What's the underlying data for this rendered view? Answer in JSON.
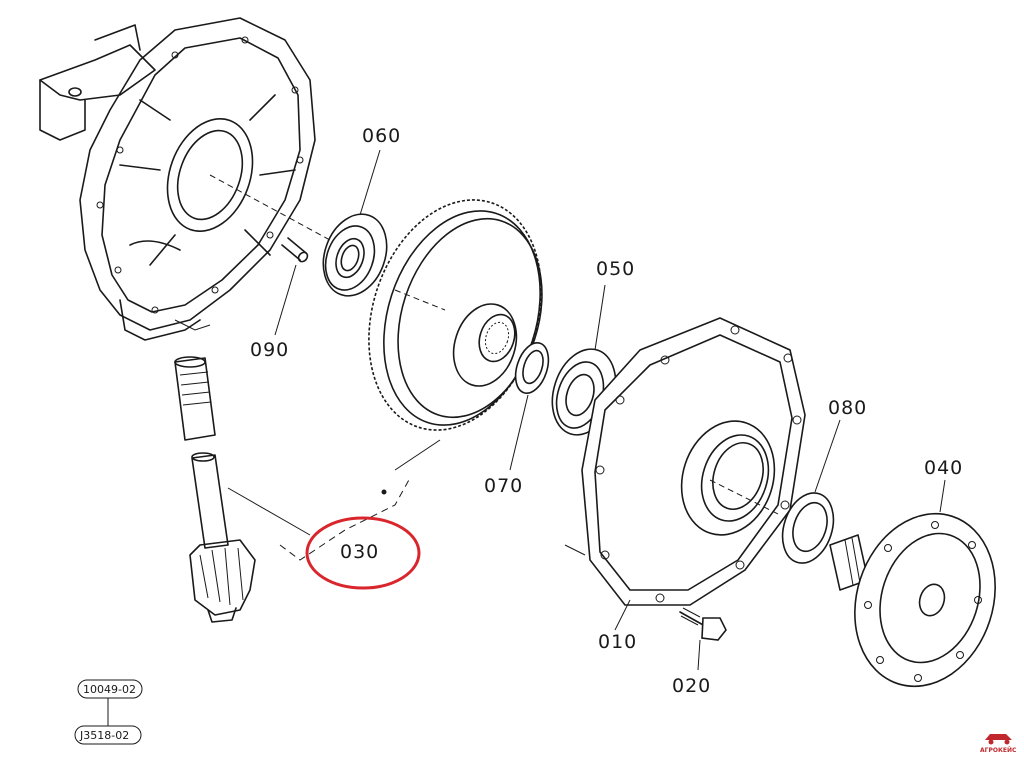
{
  "parts": [
    {
      "id": "p010",
      "label": "010"
    },
    {
      "id": "p020",
      "label": "020"
    },
    {
      "id": "p030",
      "label": "030"
    },
    {
      "id": "p040",
      "label": "040"
    },
    {
      "id": "p050",
      "label": "050"
    },
    {
      "id": "p060",
      "label": "060"
    },
    {
      "id": "p070",
      "label": "070"
    },
    {
      "id": "p080",
      "label": "080"
    },
    {
      "id": "p090",
      "label": "090"
    }
  ],
  "highlighted_part": "030",
  "highlight_color": "#d9262c",
  "references": [
    "10049-02",
    "J3518-02"
  ],
  "watermark": "АГРОКЕЙС"
}
